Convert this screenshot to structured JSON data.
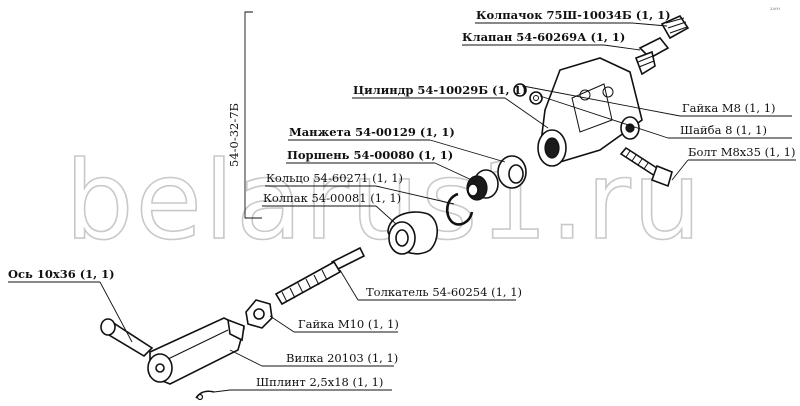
{
  "assembly_code": "54-0-32-7Б",
  "watermark": "belarus1.ru",
  "corner_mark": "²ᴬ⁰⁰",
  "labels": {
    "cap": "Колпачок 75Ш-10034Б (1, 1)",
    "valve": "Клапан 54-60269А (1, 1)",
    "cylinder": "Цилиндр 54-10029Б (1, 1)",
    "nut_m8": "Гайка М8 (1, 1)",
    "washer": "Шайба 8 (1, 1)",
    "bolt": "Болт М8х35 (1, 1)",
    "cuff": "Манжета 54-00129 (1, 1)",
    "piston": "Поршень 54-00080 (1, 1)",
    "ring": "Кольцо 54-60271 (1, 1)",
    "boot": "Колпак 54-00081 (1, 1)",
    "axle": "Ось 10х36 (1, 1)",
    "pusher": "Толкатель 54-60254 (1, 1)",
    "nut_m10": "Гайка М10 (1, 1)",
    "fork": "Вилка 20103 (1, 1)",
    "pin": "Шплинт 2,5х18 (1, 1)"
  }
}
